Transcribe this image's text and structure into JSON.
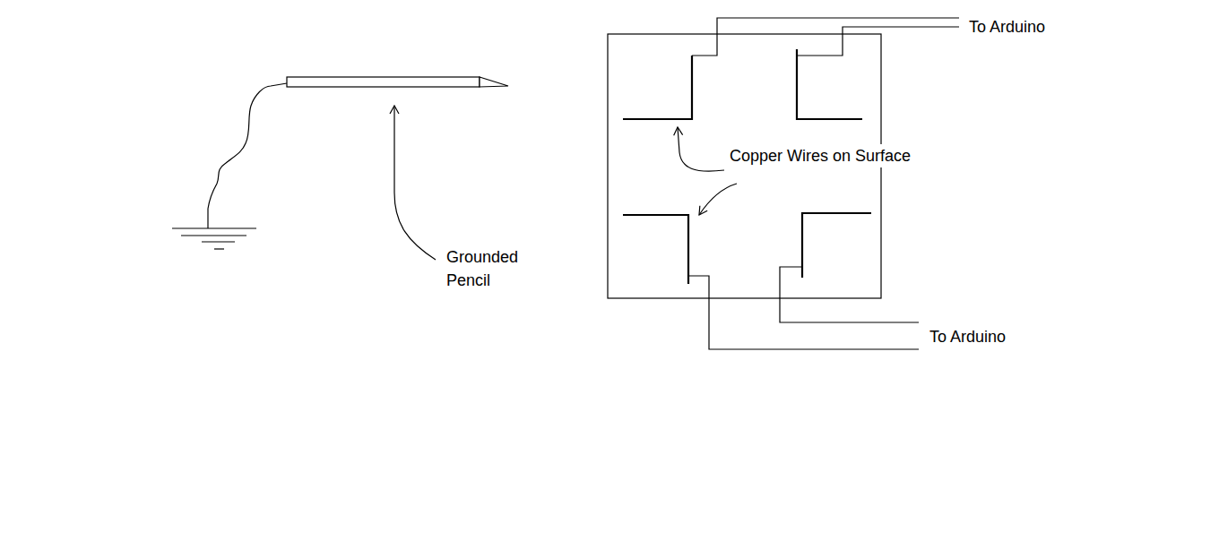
{
  "diagram": {
    "labels": [
      "To Arduino",
      "Copper Wires on Surface",
      "Grounded Pencil",
      "To Arduino"
    ]
  }
}
